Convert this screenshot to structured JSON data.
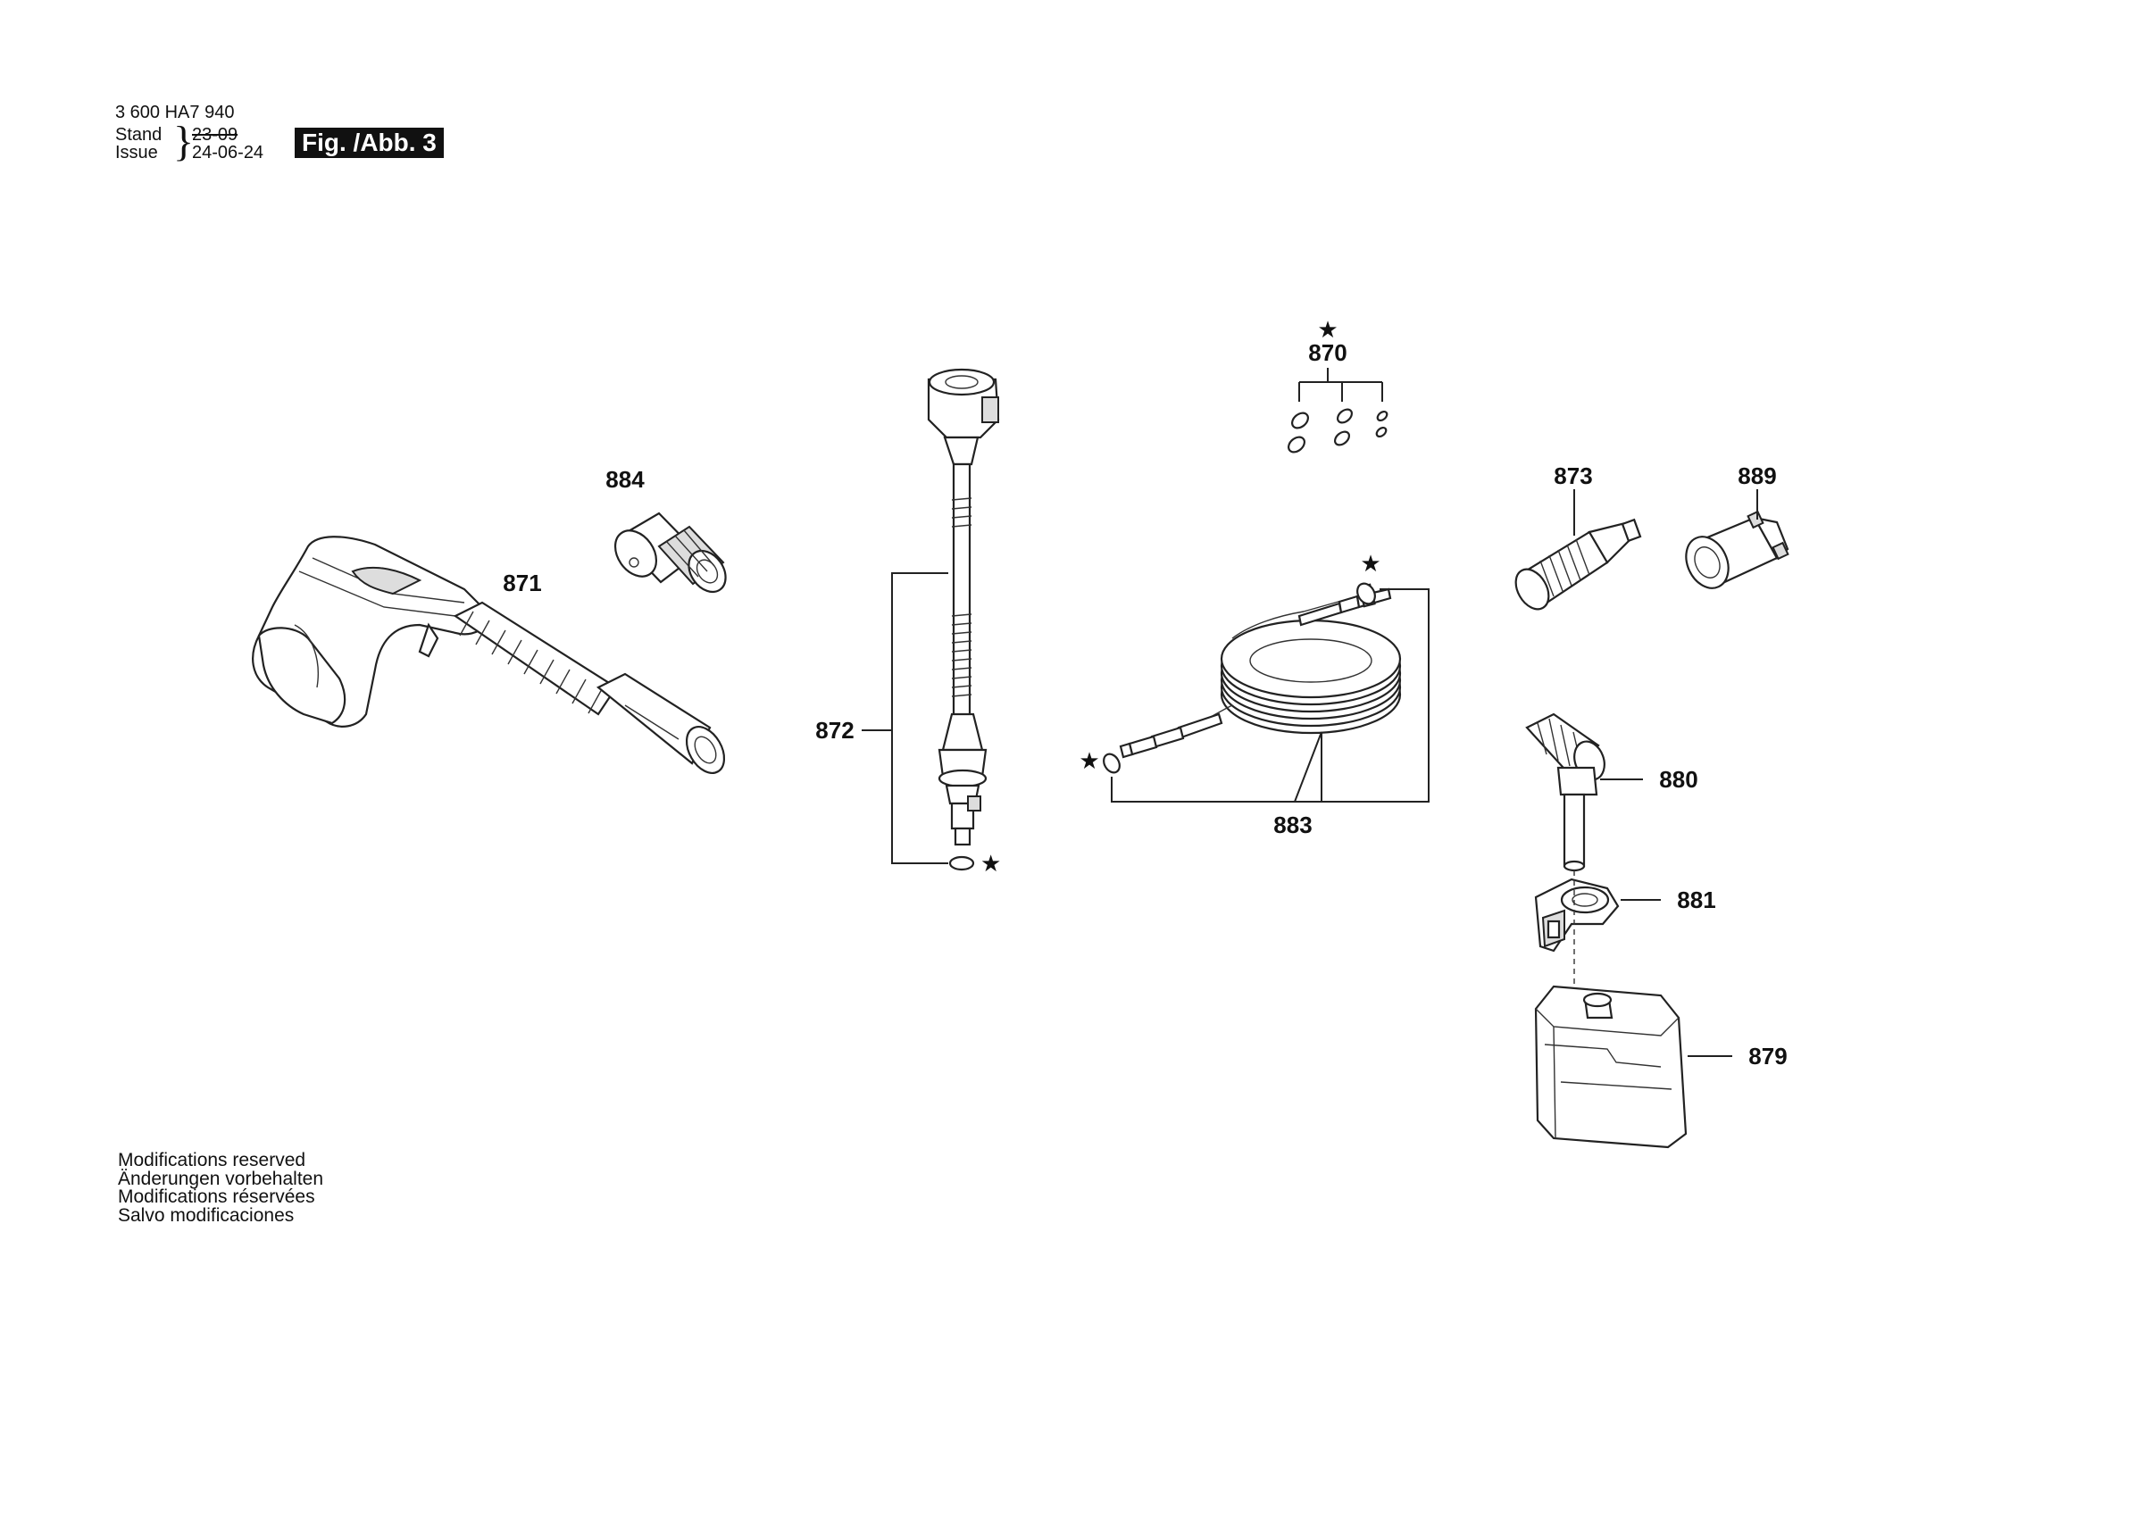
{
  "header": {
    "doc_number": "3 600 HA7 940",
    "stand_label": "Stand",
    "issue_label": "Issue",
    "stand_date": "23-09",
    "issue_date": "24-06-24",
    "figure_label": "Fig. /Abb. 3"
  },
  "parts": {
    "p870": "870",
    "p871": "871",
    "p872": "872",
    "p873": "873",
    "p879": "879",
    "p880": "880",
    "p881": "881",
    "p883": "883",
    "p884": "884",
    "p889": "889"
  },
  "star_symbol": "★",
  "footer": [
    "Modifications reserved",
    "Änderungen vorbehalten",
    "Modifications réservées",
    "Salvo modificaciones"
  ]
}
